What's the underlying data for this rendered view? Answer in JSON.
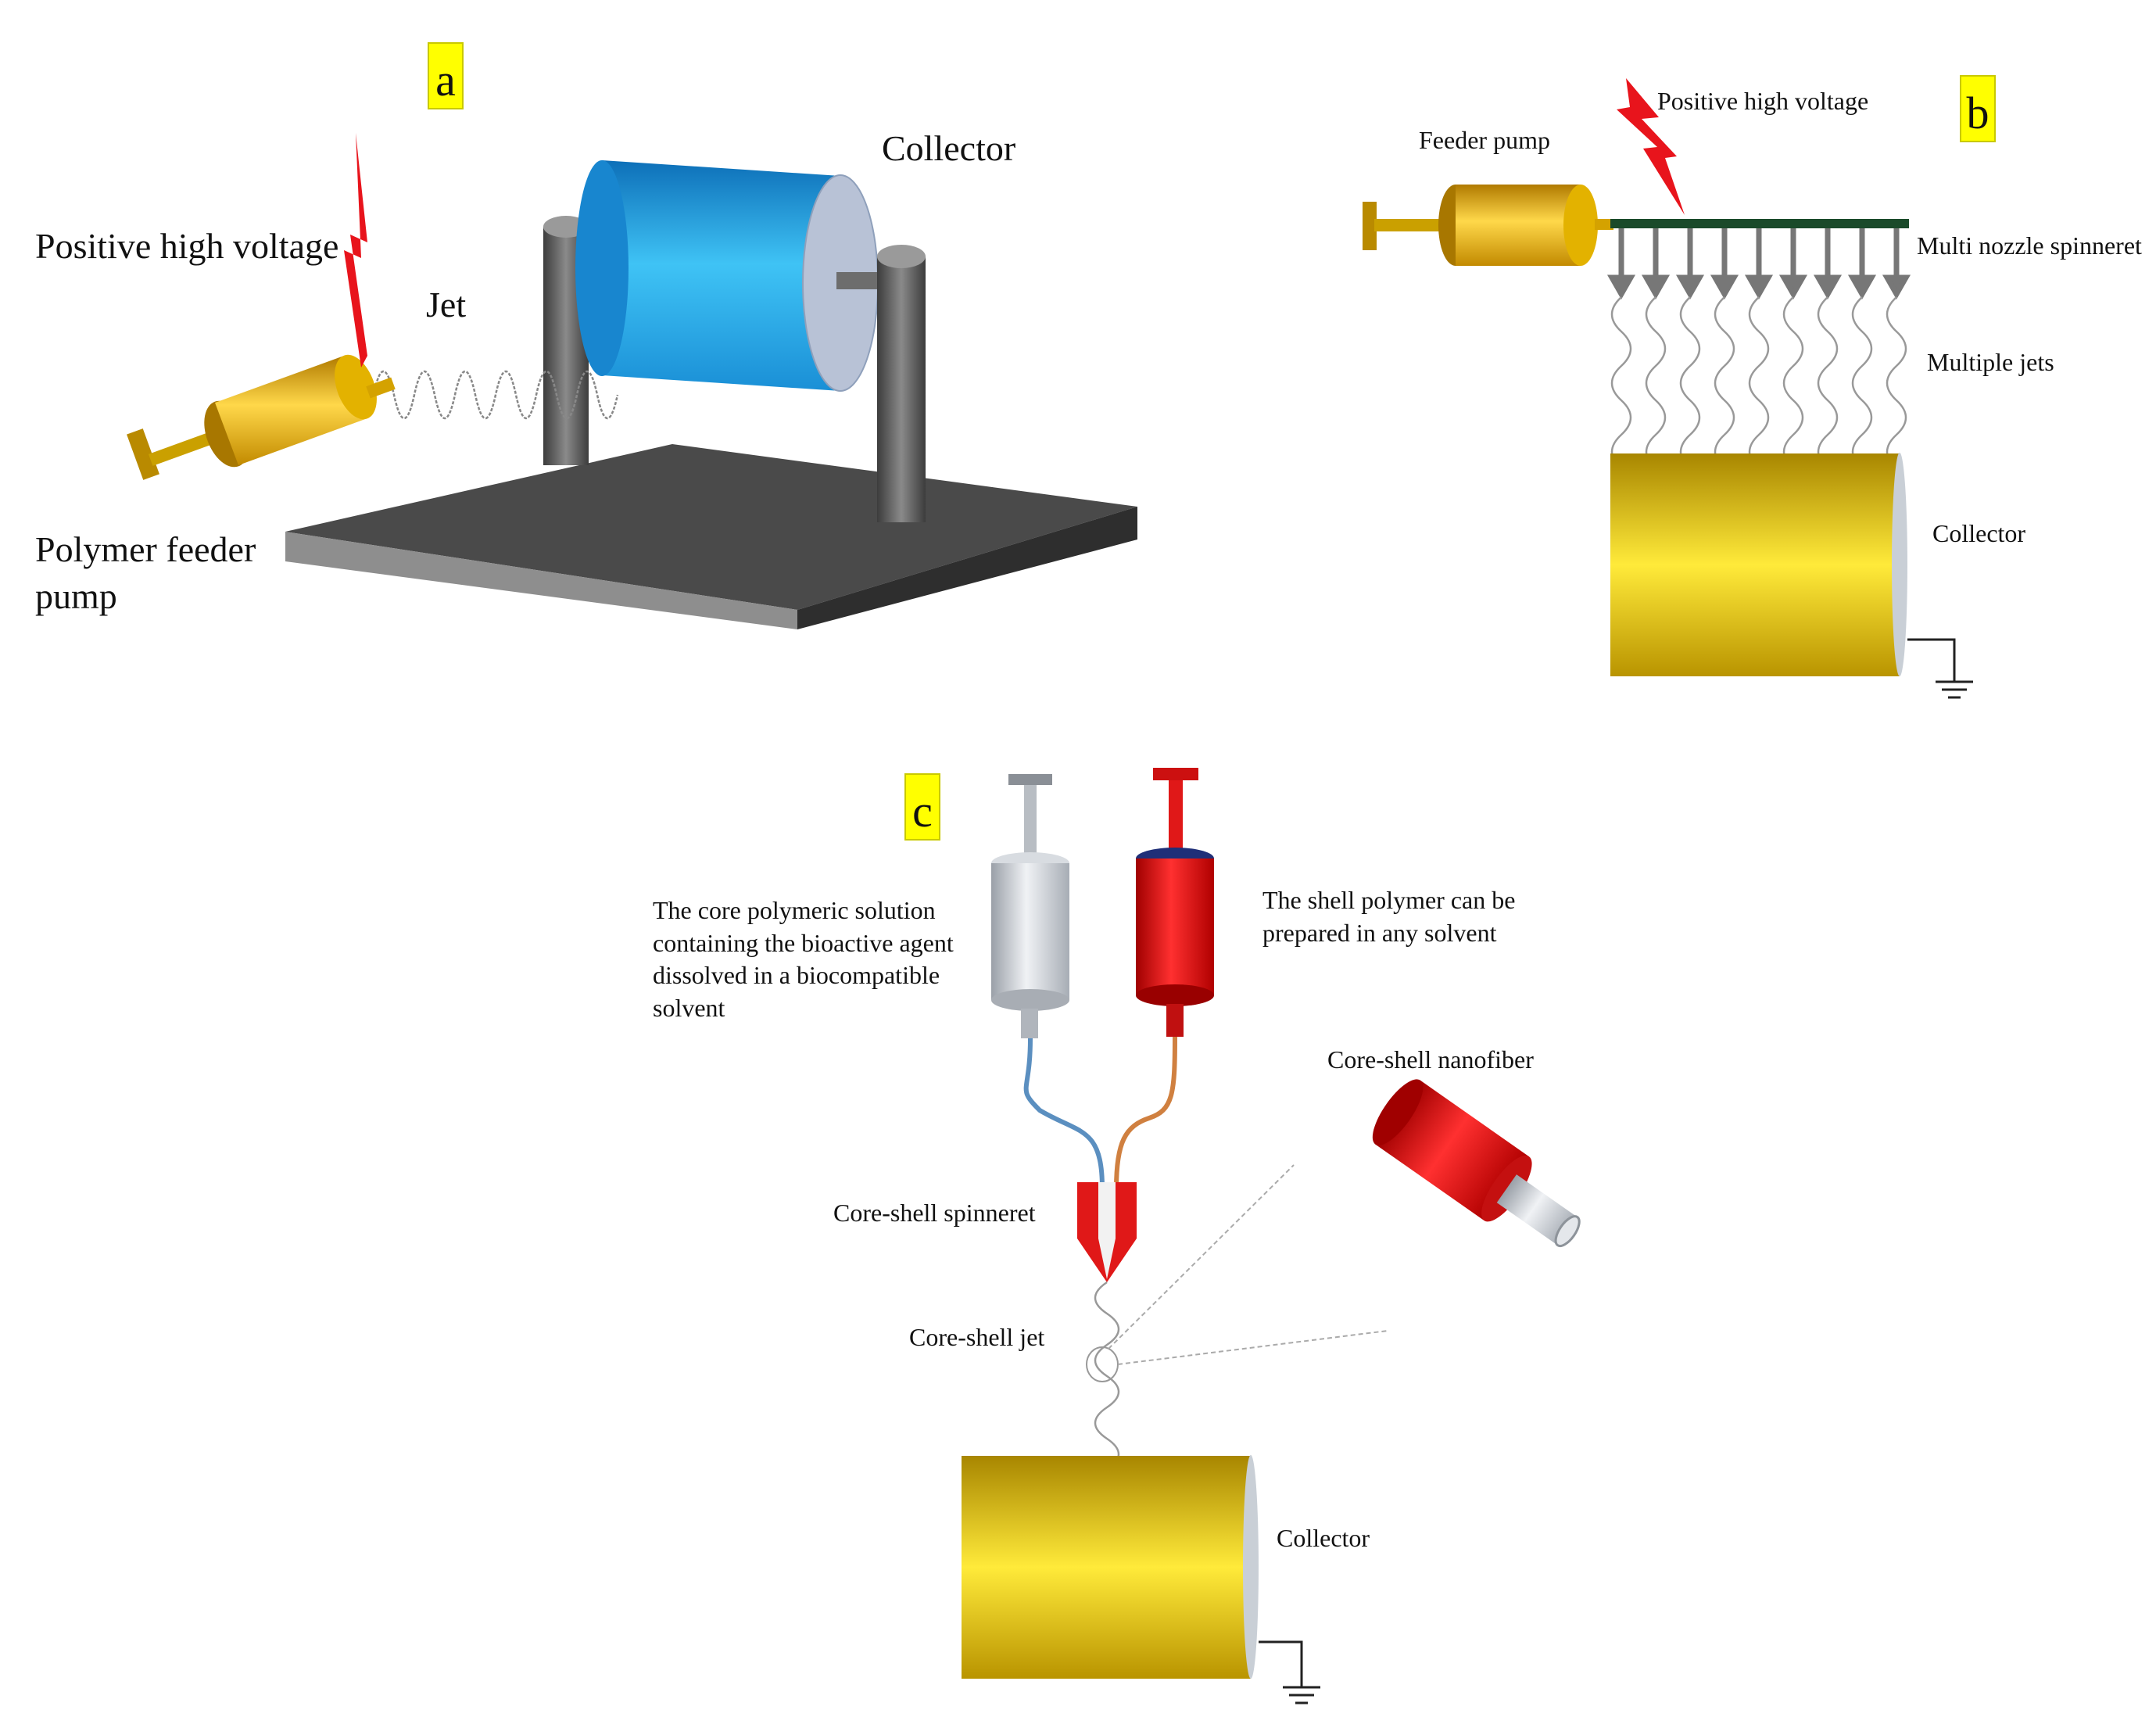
{
  "panels": {
    "a": {
      "letter": "a",
      "labels": {
        "positive_high_voltage": "Positive high voltage",
        "jet": "Jet",
        "collector": "Collector",
        "polymer_feeder_pump_line1": "Polymer feeder",
        "polymer_feeder_pump_line2": "pump"
      }
    },
    "b": {
      "letter": "b",
      "labels": {
        "feeder_pump": "Feeder pump",
        "positive_high_voltage": "Positive high voltage",
        "multi_nozzle_spinneret": "Multi nozzle spinneret",
        "multiple_jets": "Multiple jets",
        "collector": "Collector"
      }
    },
    "c": {
      "letter": "c",
      "labels": {
        "core_solution_line1": "The core polymeric solution",
        "core_solution_line2": "containing the bioactive agent",
        "core_solution_line3": "dissolved in a biocompatible",
        "core_solution_line4": "solvent",
        "shell_polymer_line1": "The shell polymer can be",
        "shell_polymer_line2": "prepared in any solvent",
        "core_shell_nanofiber": "Core-shell nanofiber",
        "core_shell_spinneret": "Core-shell spinneret",
        "core_shell_jet": "Core-shell jet",
        "collector": "Collector"
      }
    }
  },
  "colors": {
    "panel_letter_bg": "#ffff00",
    "pump_gold": "#e0a800",
    "drum_blue": "#1ea7e8",
    "bolt_red": "#e8141c",
    "collector_gold": "#e6c200",
    "shell_red": "#e01818",
    "core_silver": "#c8ccd2",
    "base_gray": "#555555"
  }
}
